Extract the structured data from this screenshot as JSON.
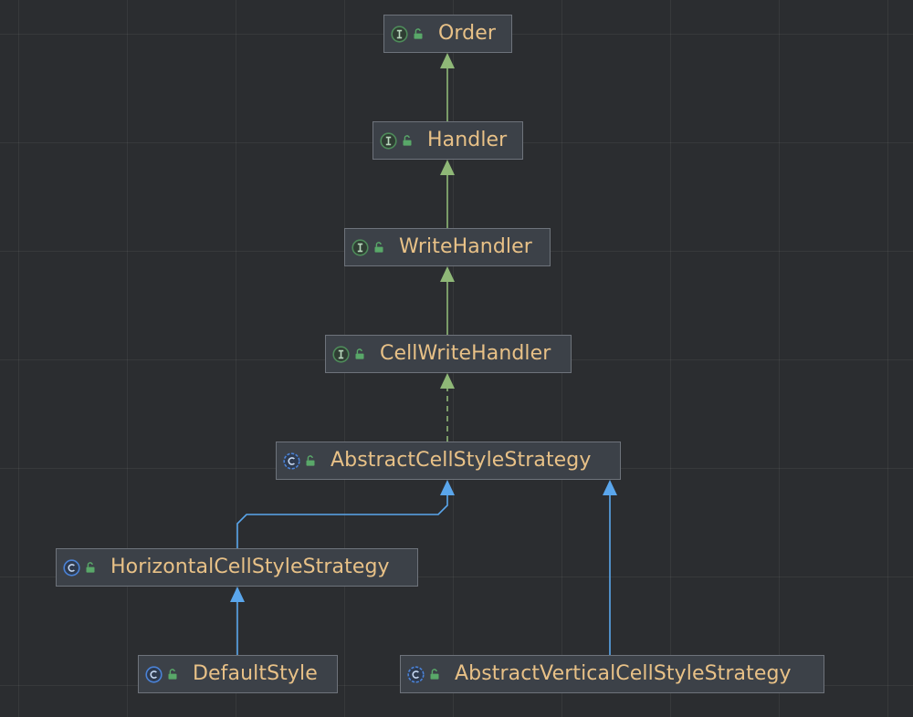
{
  "colors": {
    "background": "#2b2d30",
    "node_fill": "#3c4148",
    "node_border": "#6e737b",
    "label": "#e8c187",
    "interface_edge": "#8fb877",
    "class_edge": "#5aa6ec",
    "interface_icon": "#4e8b5a",
    "class_icon": "#4a82d6",
    "abstract_class_icon": "#4a82d6",
    "lock_icon": "#59a869"
  },
  "nodes": [
    {
      "id": "order",
      "label": "Order",
      "kind": "interface"
    },
    {
      "id": "handler",
      "label": "Handler",
      "kind": "interface"
    },
    {
      "id": "writehandler",
      "label": "WriteHandler",
      "kind": "interface"
    },
    {
      "id": "cellwritehandler",
      "label": "CellWriteHandler",
      "kind": "interface"
    },
    {
      "id": "abstractcellstylestrategy",
      "label": "AbstractCellStyleStrategy",
      "kind": "abstract-class"
    },
    {
      "id": "horizontalcellstylestrategy",
      "label": "HorizontalCellStyleStrategy",
      "kind": "class"
    },
    {
      "id": "defaultstyle",
      "label": "DefaultStyle",
      "kind": "class"
    },
    {
      "id": "abstractverticalcellstylestrategy",
      "label": "AbstractVerticalCellStyleStrategy",
      "kind": "abstract-class"
    }
  ],
  "edges": [
    {
      "from": "handler",
      "to": "order",
      "relation": "extends-interface"
    },
    {
      "from": "writehandler",
      "to": "handler",
      "relation": "extends-interface"
    },
    {
      "from": "cellwritehandler",
      "to": "writehandler",
      "relation": "extends-interface"
    },
    {
      "from": "abstractcellstylestrategy",
      "to": "cellwritehandler",
      "relation": "implements"
    },
    {
      "from": "horizontalcellstylestrategy",
      "to": "abstractcellstylestrategy",
      "relation": "extends-class"
    },
    {
      "from": "abstractverticalcellstylestrategy",
      "to": "abstractcellstylestrategy",
      "relation": "extends-class"
    },
    {
      "from": "defaultstyle",
      "to": "horizontalcellstylestrategy",
      "relation": "extends-class"
    }
  ]
}
